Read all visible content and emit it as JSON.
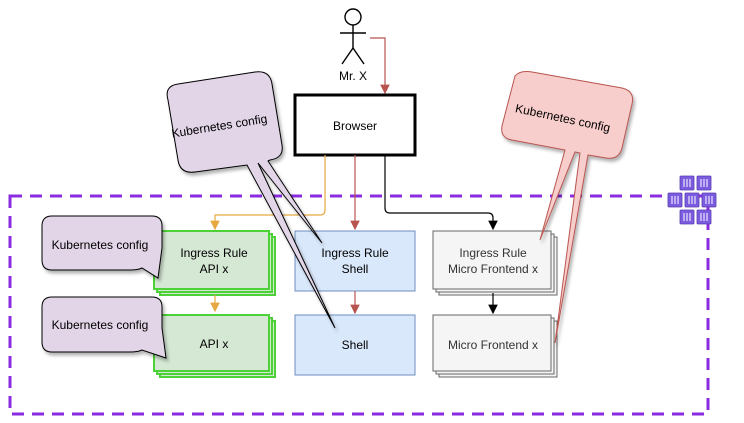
{
  "actor": {
    "label": "Mr. X"
  },
  "browser": {
    "label": "Browser"
  },
  "ingress_api": {
    "line1": "Ingress Rule",
    "line2": "API x"
  },
  "ingress_shell": {
    "line1": "Ingress Rule",
    "line2": "Shell"
  },
  "ingress_mfe": {
    "line1": "Ingress Rule",
    "line2": "Micro Frontend x"
  },
  "api": {
    "label": "API x"
  },
  "shell": {
    "label": "Shell"
  },
  "mfe": {
    "label": "Micro Frontend x"
  },
  "callouts": {
    "top_left": "Kubernetes config",
    "top_right": "Kubernetes config",
    "left_upper": "Kubernetes config",
    "left_lower": "Kubernetes config"
  },
  "icons": {
    "cluster": "kubernetes-cluster-icon"
  },
  "colors": {
    "cluster_border": "#8a2be2",
    "green_fill": "#d5e8d4",
    "green_stroke": "#4cd137",
    "blue_fill": "#dae8fc",
    "blue_stroke": "#6c8ebf",
    "gray_fill": "#f5f5f5",
    "gray_stroke": "#666666",
    "purple_fill": "#e1d5e7",
    "purple_stroke": "#9673a6",
    "red_fill": "#f8cecc",
    "red_stroke": "#b85450",
    "arrow_red": "#b85450",
    "arrow_orange": "#e6a840",
    "arrow_black": "#000000"
  }
}
